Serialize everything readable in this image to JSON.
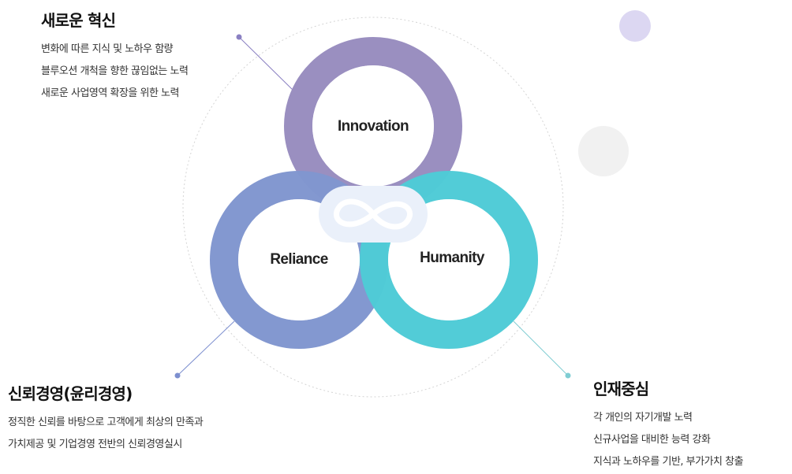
{
  "diagram": {
    "circles": [
      {
        "id": "innovation",
        "label": "Innovation",
        "color": "#9a8fc0"
      },
      {
        "id": "reliance",
        "label": "Reliance",
        "color": "#8196cf"
      },
      {
        "id": "humanity",
        "label": "Humanity",
        "color": "#4fcbd6"
      }
    ],
    "center_icon": "infinity-icon",
    "decor_colors": {
      "lavender_dot": "#dcd7f2",
      "gray_dot": "#f1f1f1",
      "guide_ring": "#d4d4d4"
    }
  },
  "sections": {
    "innovation": {
      "title": "새로운 혁신",
      "items": [
        "변화에 따른 지식 및 노하우 함량",
        "블루오션 개척을 향한 끊임없는 노력",
        "새로운 사업영역 확장을 위한 노력"
      ],
      "connector_color": "#8a80c2"
    },
    "reliance": {
      "title": "신뢰경영(윤리경영)",
      "items": [
        "정직한 신뢰를 바탕으로 고객에게 최상의 만족과",
        "가치제공 및 기업경영 전반의 신뢰경영실시"
      ],
      "connector_color": "#7d8fcf"
    },
    "humanity": {
      "title": "인재중심",
      "items": [
        "각 개인의 자기개발 노력",
        "신규사업을 대비한 능력 강화",
        "지식과 노하우를 기반, 부가가치 창출"
      ],
      "connector_color": "#7fcdd3"
    }
  }
}
